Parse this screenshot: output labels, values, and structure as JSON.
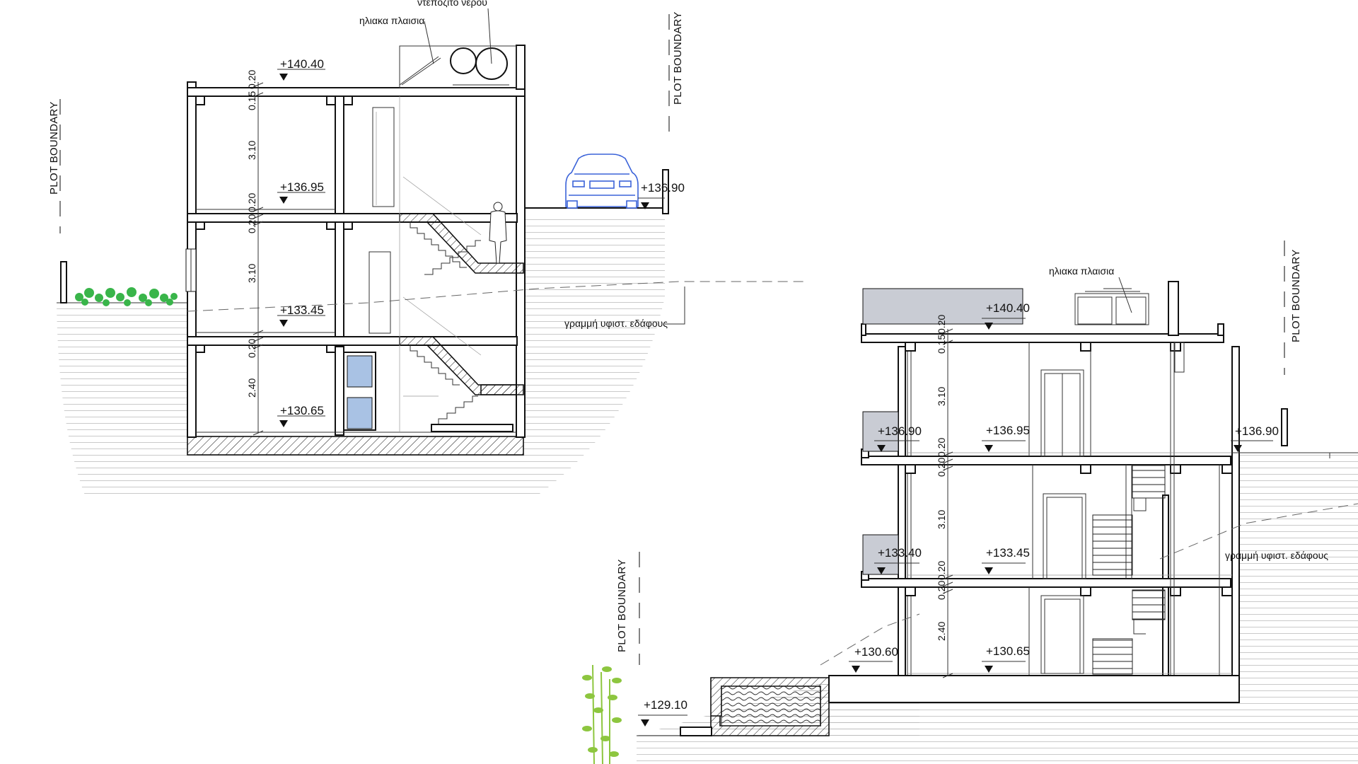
{
  "section_left": {
    "levels": [
      "+140.40",
      "+136.95",
      "+133.45",
      "+130.65",
      "+136.90"
    ],
    "dims": [
      "0.15",
      "0.20",
      "3.10",
      "0.20",
      "0.20",
      "3.10",
      "0.20",
      "2.40"
    ],
    "labels": {
      "water_tank": "ντεπόζιτο νερού",
      "solar_panels": "ηλιακα πλαισια",
      "ground_line": "γραμμή υφιστ. εδάφους"
    },
    "plot_boundary": [
      "PLOT BOUNDARY",
      "PLOT BOUNDARY"
    ]
  },
  "section_right": {
    "levels": [
      "+140.40",
      "+136.90",
      "+136.95",
      "+136.90",
      "+133.40",
      "+133.45",
      "+130.60",
      "+130.65",
      "+129.10"
    ],
    "dims": [
      "0.15",
      "0.20",
      "3.10",
      "0.20",
      "0.20",
      "3.10",
      "0.20",
      "0.20",
      "2.40"
    ],
    "labels": {
      "solar_panels": "ηλιακα πλαισια",
      "ground_line": "γραμμή υφιστ. εδάφους"
    },
    "plot_boundary": [
      "PLOT BOUNDARY",
      "PLOT BOUNDARY"
    ]
  },
  "colors": {
    "line": "#111111",
    "car": "#3b63d9",
    "vegetation": "#39b54a",
    "bamboo": "#8dc63f",
    "glass": "#c9ccd4",
    "window": "#a9c2e4"
  }
}
